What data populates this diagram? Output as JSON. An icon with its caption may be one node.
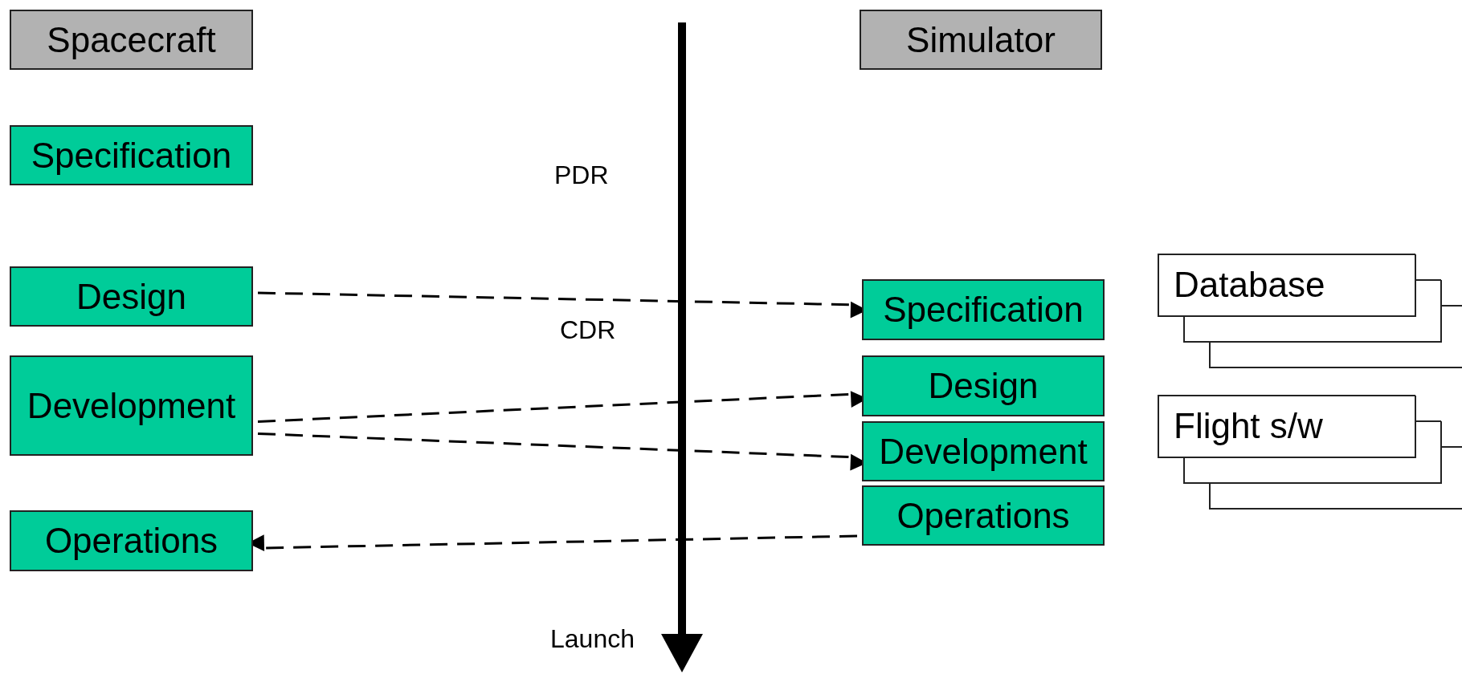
{
  "diagram": {
    "nodes": [
      {
        "text": [
          "Spacecraft"
        ]
      },
      {
        "text": [
          "Specification"
        ]
      },
      {
        "text": [
          "Design"
        ]
      },
      {
        "text": [
          "Development"
        ]
      },
      {
        "text": [
          "Operations"
        ]
      },
      {
        "text": [
          "Simulator"
        ]
      },
      {
        "text": [
          "Specification"
        ]
      },
      {
        "text": [
          "Design"
        ]
      },
      {
        "text": [
          "Development"
        ]
      },
      {
        "text": [
          "Operations"
        ]
      },
      {
        "text": [
          "Database"
        ]
      },
      {
        "text": [
          "Flight s/w"
        ]
      }
    ],
    "edges": [
      {
        "from": 2,
        "to": 6,
        "arrow": "to",
        "style": "dashed"
      },
      {
        "from": 3,
        "to": 7,
        "arrow": "to",
        "style": "dashed"
      },
      {
        "from": 3,
        "to": 8,
        "arrow": "to",
        "style": "dashed"
      },
      {
        "from": 9,
        "to": 4,
        "arrow": "to",
        "style": "dashed"
      }
    ],
    "labels": [
      "PDR",
      "CDR",
      "Launch"
    ]
  }
}
